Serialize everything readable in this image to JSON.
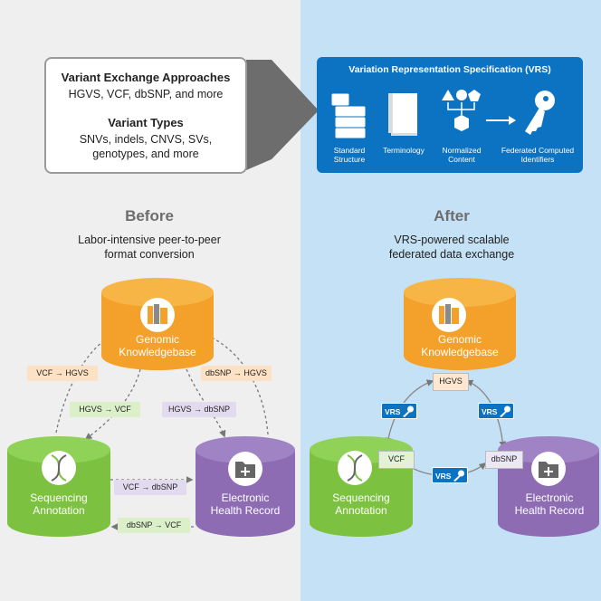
{
  "info_box": {
    "title1": "Variant Exchange Approaches",
    "line1": "HGVS, VCF, dbSNP, and more",
    "title2": "Variant Types",
    "line2a": "SNVs, indels, CNVS, SVs,",
    "line2b": "genotypes, and more"
  },
  "vrs_box": {
    "title": "Variation Representation Specification (VRS)",
    "items": [
      {
        "line1": "Standard",
        "line2": "Structure"
      },
      {
        "line1": "Terminology",
        "line2": ""
      },
      {
        "line1": "Normalized",
        "line2": "Content"
      },
      {
        "line1": "Federated Computed",
        "line2": "Identifiers"
      }
    ]
  },
  "before": {
    "heading": "Before",
    "sub1": "Labor-intensive peer-to-peer",
    "sub2": "format conversion",
    "genomic_line1": "Genomic",
    "genomic_line2": "Knowledgebase",
    "seq_line1": "Sequencing",
    "seq_line2": "Annotation",
    "ehr_line1": "Electronic",
    "ehr_line2": "Health Record",
    "conv1_from": "VCF",
    "conv1_to": "HGVS",
    "conv2_from": "HGVS",
    "conv2_to": "VCF",
    "conv3_from": "dbSNP",
    "conv3_to": "HGVS",
    "conv4_from": "HGVS",
    "conv4_to": "dbSNP",
    "conv5_from": "VCF",
    "conv5_to": "dbSNP",
    "conv6_from": "dbSNP",
    "conv6_to": "VCF"
  },
  "after": {
    "heading": "After",
    "sub1": "VRS-powered scalable",
    "sub2": "federated data exchange",
    "genomic_line1": "Genomic",
    "genomic_line2": "Knowledgebase",
    "seq_line1": "Sequencing",
    "seq_line2": "Annotation",
    "ehr_line1": "Electronic",
    "ehr_line2": "Health Record",
    "fmt_hgvs": "HGVS",
    "fmt_vcf": "VCF",
    "fmt_dbsnp": "dbSNP",
    "badge": "VRS"
  },
  "colors": {
    "orange": "#f4a12b",
    "green": "#7cc13f",
    "purple": "#8d6cb3",
    "vrs_blue": "#0c73c2",
    "right_bg": "#c5e1f5"
  }
}
